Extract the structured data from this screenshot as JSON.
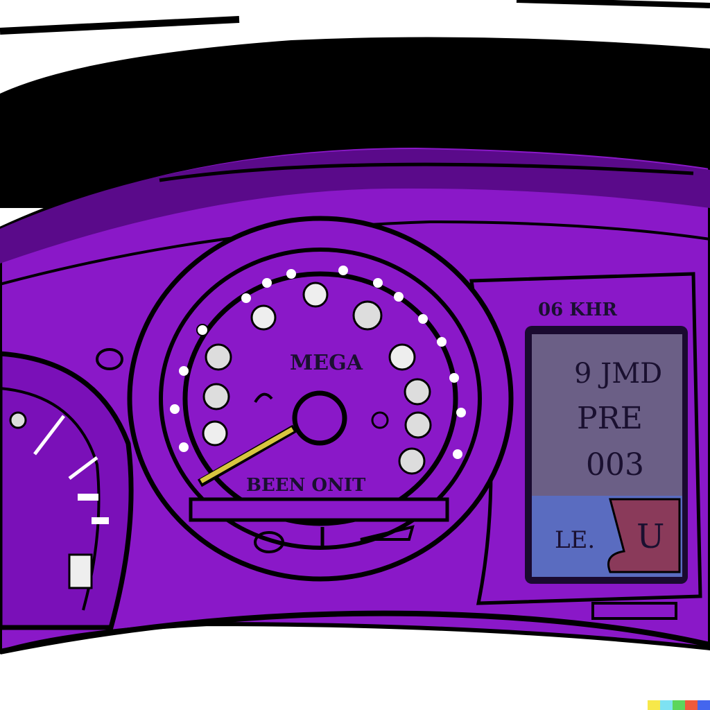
{
  "dashboard": {
    "speedometer": {
      "label_top": "MEGA",
      "label_bottom": "BEEN ONIT"
    },
    "side_label": "06 KHR",
    "screen": {
      "line1": "9 JMD",
      "line2": "PRE",
      "line3": "003",
      "bottom_left": "LE.",
      "bottom_right": "U"
    }
  },
  "colors": {
    "dash_purple": "#8a18c8",
    "dash_dark": "#5a0a8a",
    "screen_gray": "#6b5f86",
    "screen_blue": "#5a6cc0",
    "screen_red": "#8a3a5a",
    "needle_yellow": "#d8c640"
  },
  "watermark_colors": [
    "#f7e84a",
    "#7ee2f2",
    "#5cd65c",
    "#ef5a3c",
    "#4466ee"
  ]
}
